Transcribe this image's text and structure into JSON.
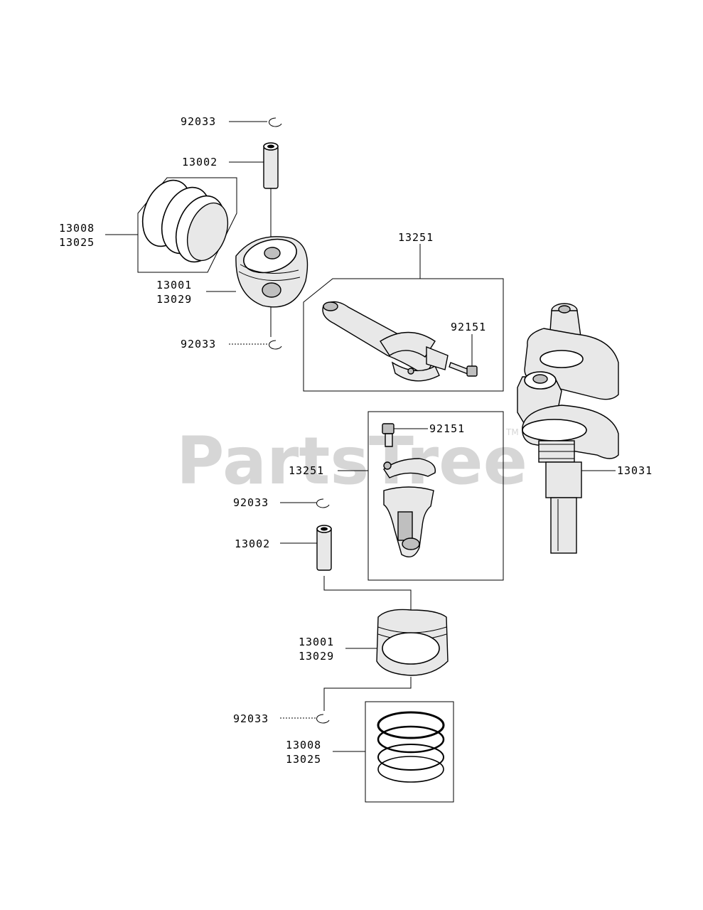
{
  "watermark": {
    "brand": "PartsTree",
    "trademark": "TM"
  },
  "callouts": {
    "circlip_top_a": "92033",
    "pin_top": "13002",
    "rings_top_a": "13008",
    "rings_top_b": "13025",
    "piston_top_a": "13001",
    "piston_top_b": "13029",
    "circlip_top_b": "92033",
    "conrod_top": "13251",
    "bolt_top": "92151",
    "bolt_bottom": "92151",
    "conrod_bottom": "13251",
    "crankshaft": "13031",
    "circlip_bottom_a": "92033",
    "pin_bottom": "13002",
    "piston_bottom_a": "13001",
    "piston_bottom_b": "13029",
    "circlip_bottom_b": "92033",
    "rings_bottom_a": "13008",
    "rings_bottom_b": "13025"
  }
}
